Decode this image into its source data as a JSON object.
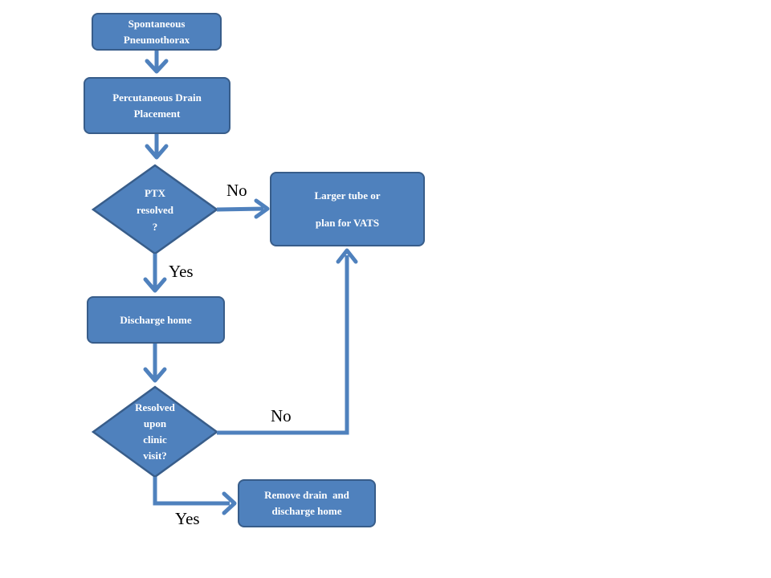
{
  "colors": {
    "box_fill": "#4f81bd",
    "box_border": "#385d8a",
    "arrow": "#4f81bd",
    "box_text": "#ffffff",
    "edge_text": "#000000"
  },
  "nodes": {
    "spontaneous": {
      "line1": "Spontaneous",
      "line2": "Pneumothorax"
    },
    "drain": {
      "line1": "Percutaneous Drain",
      "line2": "Placement"
    },
    "ptx_resolved": {
      "line1": "PTX",
      "line2": "resolved",
      "line3": "?"
    },
    "larger_tube": {
      "line1": "Larger tube or",
      "line2": "plan for VATS"
    },
    "discharge": {
      "line1": "Discharge home"
    },
    "clinic_resolved": {
      "line1": "Resolved",
      "line2": "upon",
      "line3": "clinic",
      "line4": "visit?"
    },
    "remove_drain": {
      "line1": "Remove drain  and",
      "line2": "discharge home"
    }
  },
  "edge_labels": {
    "ptx_no": "No",
    "ptx_yes": "Yes",
    "clinic_no": "No",
    "clinic_yes": "Yes"
  }
}
